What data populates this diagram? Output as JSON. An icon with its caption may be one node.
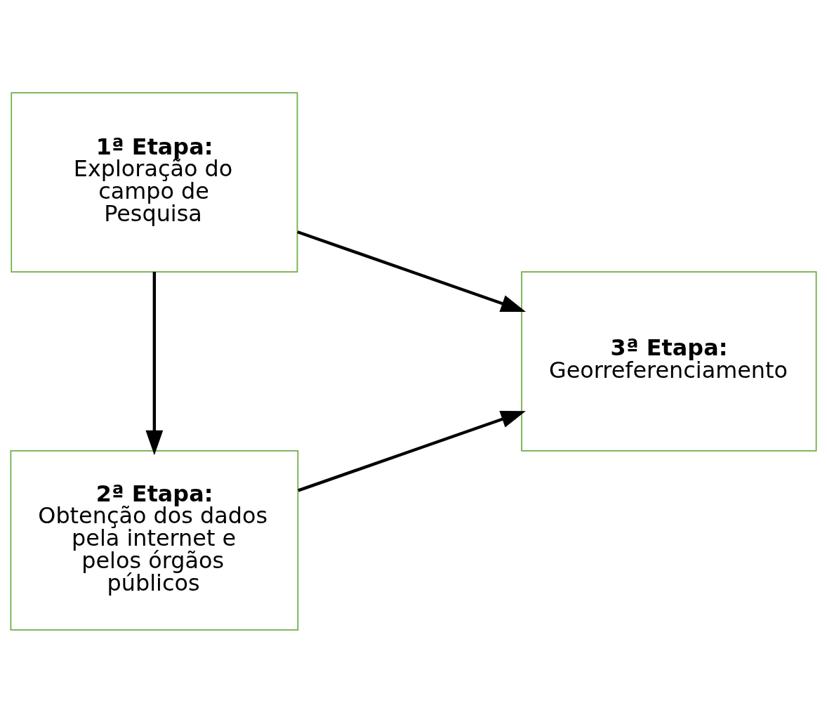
{
  "diagram": {
    "nodes": [
      {
        "text": [
          "1ª Etapa:",
          "Exploração do campo de Pesquisa"
        ]
      },
      {
        "text": [
          "2ª Etapa:",
          "Obtenção dos dados pela internet e pelos órgãos públicos"
        ]
      },
      {
        "text": [
          "3ª Etapa:",
          "Georreferenciamento"
        ]
      }
    ],
    "edges": [
      {
        "from": 0,
        "to": 1,
        "arrow": "to"
      },
      {
        "from": 0,
        "to": 2,
        "arrow": "to"
      },
      {
        "from": 1,
        "to": 2,
        "arrow": "to"
      }
    ]
  }
}
